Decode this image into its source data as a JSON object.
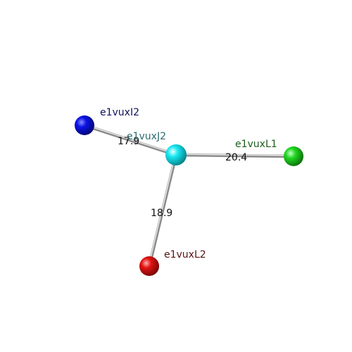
{
  "nodes": [
    {
      "id": "e1vuxJ2",
      "label": "e1vuxJ2",
      "color": "#00e5ef",
      "label_color": "#2e6b6f"
    },
    {
      "id": "e1vuxI2",
      "label": "e1vuxI2",
      "color": "#0a10e8",
      "label_color": "#101060"
    },
    {
      "id": "e1vuxL1",
      "label": "e1vuxL1",
      "color": "#1ed41e",
      "label_color": "#1c5c1c"
    },
    {
      "id": "e1vuxL2",
      "label": "e1vuxL2",
      "color": "#e01010",
      "label_color": "#5a1010"
    }
  ],
  "edges": [
    {
      "from": "e1vuxJ2",
      "to": "e1vuxI2",
      "label": "17.9"
    },
    {
      "from": "e1vuxJ2",
      "to": "e1vuxL1",
      "label": "20.4"
    },
    {
      "from": "e1vuxJ2",
      "to": "e1vuxL2",
      "label": "18.9"
    }
  ]
}
